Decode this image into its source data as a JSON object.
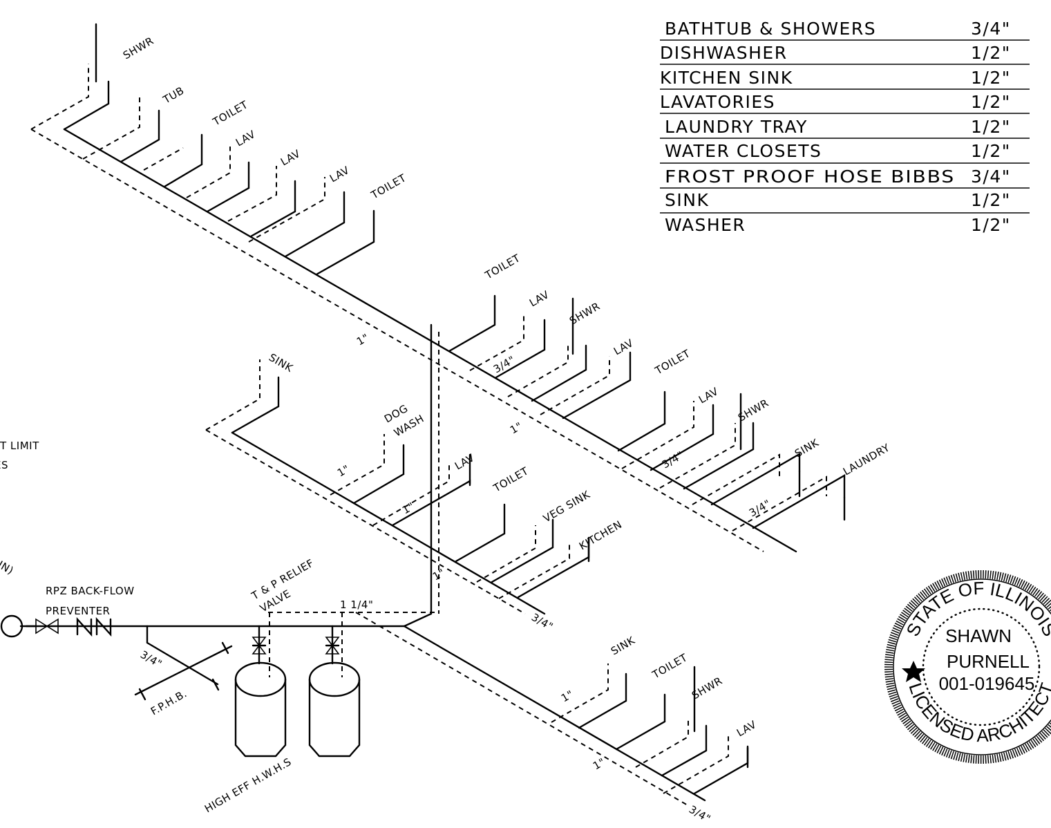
{
  "schedule": {
    "rows": [
      {
        "fixture": "BATHTUB & SHOWERS",
        "size": "3/4\""
      },
      {
        "fixture": "DISHWASHER",
        "size": "1/2\""
      },
      {
        "fixture": "KITCHEN SINK",
        "size": "1/2\""
      },
      {
        "fixture": "LAVATORIES",
        "size": "1/2\""
      },
      {
        "fixture": "LAUNDRY TRAY",
        "size": "1/2\""
      },
      {
        "fixture": "WATER CLOSETS",
        "size": "1/2\""
      },
      {
        "fixture": "FROST PROOF HOSE BIBBS",
        "size": "3/4\""
      },
      {
        "fixture": "SINK",
        "size": "1/2\""
      },
      {
        "fixture": "WASHER",
        "size": "1/2\""
      }
    ]
  },
  "labels": {
    "shwr": "SHWR",
    "tub": "TUB",
    "toilet": "TOILET",
    "lav": "LAV",
    "sink": "SINK",
    "dog": "DOG",
    "wash": "WASH",
    "veg_sink": "VEG SINK",
    "kitchen": "KITCHEN",
    "laundry": "LAUNDRY",
    "rpz_line1": "RPZ BACK-FLOW",
    "rpz_line2": "PREVENTER",
    "tp_line1": "T & P RELIEF",
    "tp_line2": "VALVE",
    "fphb": "F.P.H.B.",
    "heaters": "HIGH EFF H.W.H.S",
    "left_cut1": "T LIMIT",
    "left_cut2": "ES",
    "left_cut3": "IN)"
  },
  "sizes": {
    "one": "1\"",
    "three_quarter": "3/4\"",
    "one_quarter": "1 1/4\""
  },
  "seal": {
    "top": "STATE OF ILLINOIS",
    "bottom": "LICENSED ARCHITECT",
    "name1": "SHAWN",
    "name2": "PURNELL",
    "number": "001-019645"
  }
}
